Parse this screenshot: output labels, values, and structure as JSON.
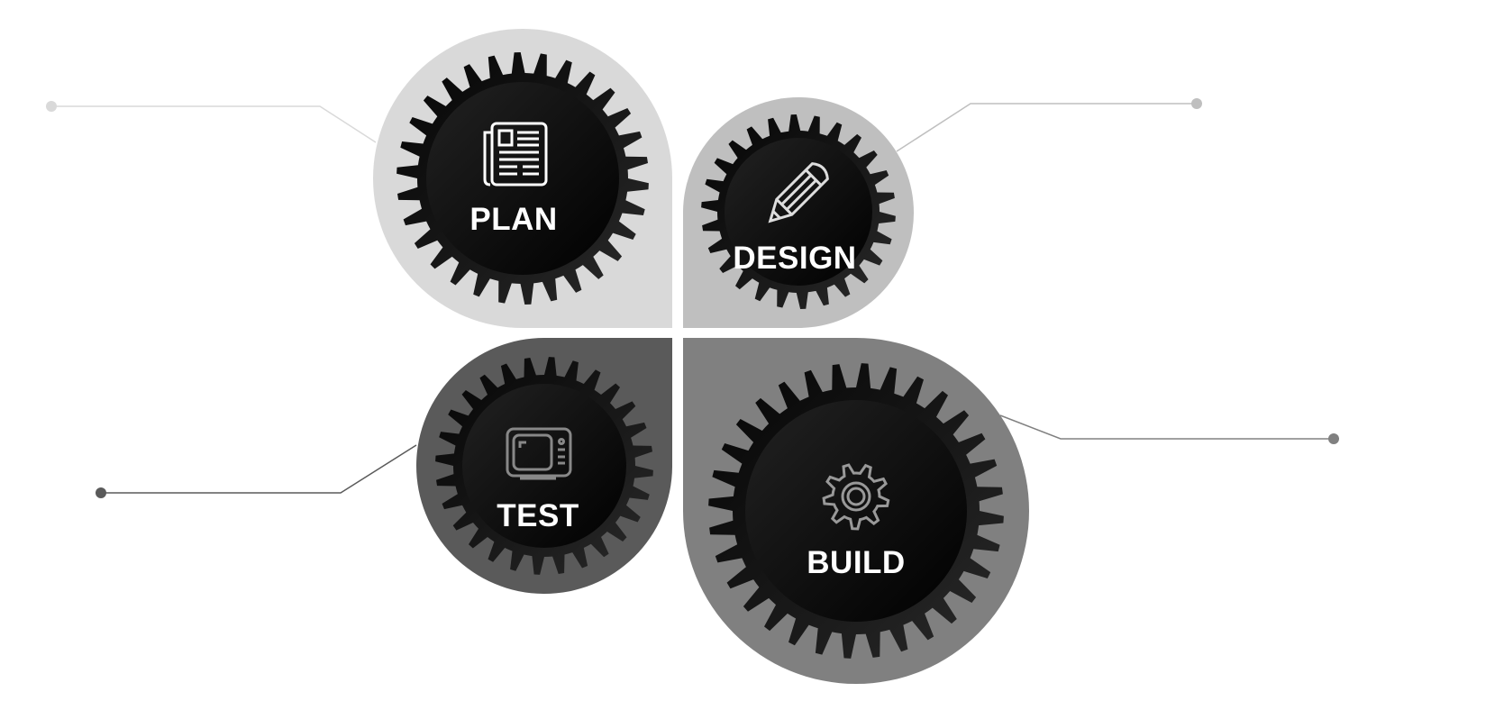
{
  "stages": [
    {
      "key": "plan",
      "label": "PLAN",
      "icon": "newspaper-icon",
      "color": "#d9d9d9"
    },
    {
      "key": "design",
      "label": "DESIGN",
      "icon": "pencil-icon",
      "color": "#bfbfbf"
    },
    {
      "key": "test",
      "label": "TEST",
      "icon": "monitor-icon",
      "color": "#5a5a5a"
    },
    {
      "key": "build",
      "label": "BUILD",
      "icon": "gear-icon",
      "color": "#808080"
    }
  ]
}
